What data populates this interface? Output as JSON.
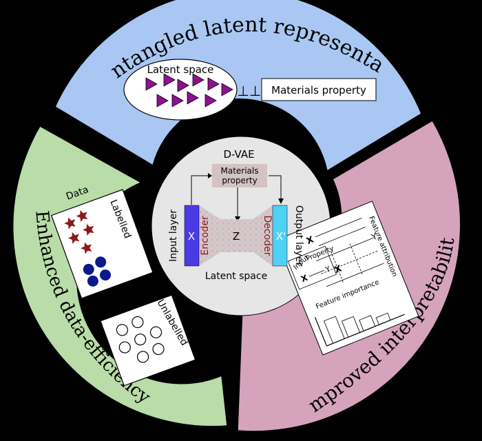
{
  "top_segment": {
    "title": "Disentangled latent representation",
    "latent_space_label": "Latent space",
    "independence_symbol": "⊥⊥",
    "materials_property_label": "Materials property",
    "fill": "#a9c7f2"
  },
  "left_segment": {
    "title": "Enhanced data-efficiency",
    "data_label": "Data",
    "labelled_label": "Labelled",
    "unlabelled_label": "Unlabelled",
    "plus_sign": "+",
    "fill": "#b9dca8",
    "star_color": "#8b1a1a",
    "dot_color": "#0a1a8a"
  },
  "right_segment": {
    "title": "Improved interpretability",
    "input_label": "Input",
    "property_label": "Property",
    "x_label": "X",
    "y_label": "Y",
    "feature_attribution_label": "Feature attribution",
    "feature_importance_label": "Feature importance",
    "fill": "#d6a3bd"
  },
  "center": {
    "title": "D-VAE",
    "materials_label": "Materials",
    "property_label": "property",
    "input_layer": "Input layer",
    "output_layer": "Output layer",
    "encoder": "Encoder",
    "decoder": "Decoder",
    "x": "X",
    "x_prime": "X'",
    "z": "Z",
    "latent_space": "Latent space",
    "encoder_color": "#4a3ae6",
    "decoder_color": "#4fd0f5",
    "fill": "#e6e6e6"
  }
}
